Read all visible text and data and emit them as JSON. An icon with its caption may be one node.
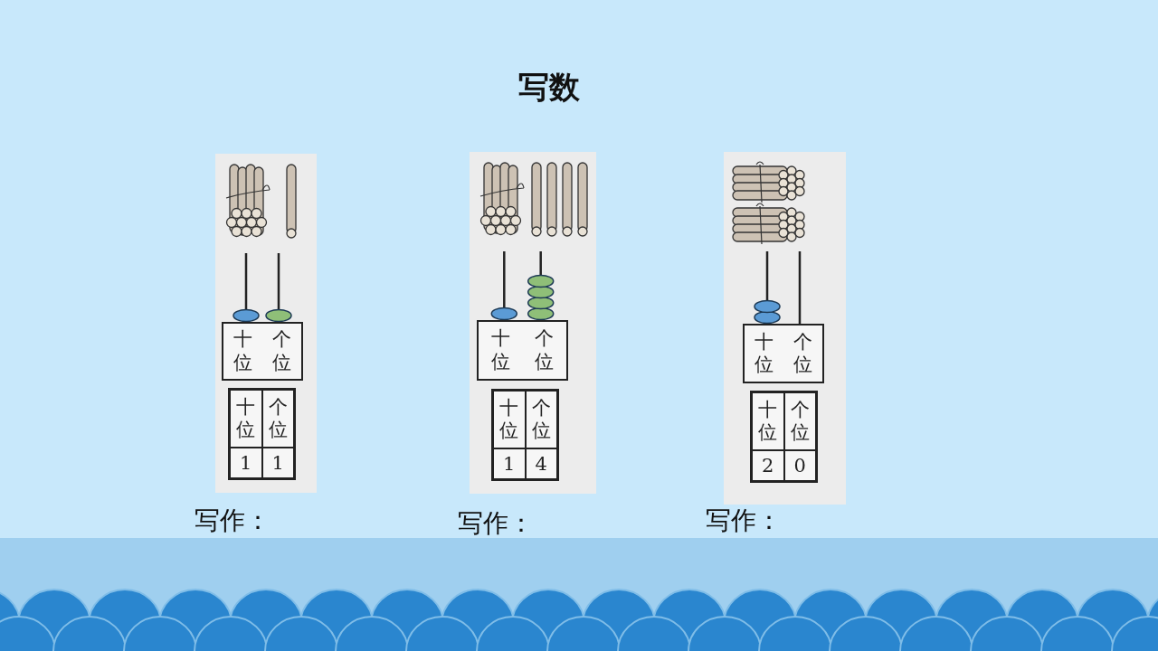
{
  "diagram": {
    "title": "写数",
    "nodes": [
      {
        "text": [
          "十位",
          "个位"
        ]
      },
      {
        "text": [
          "十位",
          "个位"
        ]
      },
      {
        "text": [
          "十位",
          "个位"
        ]
      }
    ],
    "labels": [
      "十位",
      "个位",
      "1",
      "1",
      "写作：",
      "十位",
      "个位",
      "1",
      "4",
      "写作：",
      "十位",
      "个位",
      "2",
      "0",
      "写作："
    ]
  }
}
